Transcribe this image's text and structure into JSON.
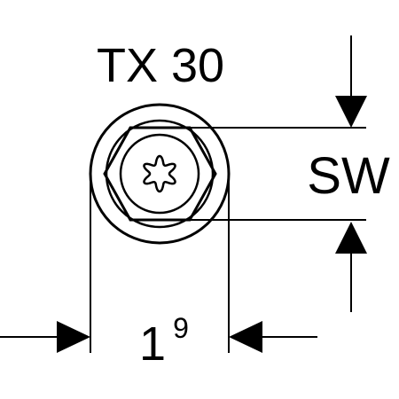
{
  "drive_label": "TX 30",
  "width_label": "SW",
  "dimension": {
    "value": "1",
    "superscript": "9"
  },
  "colors": {
    "ink": "#000000",
    "paper": "#ffffff"
  }
}
